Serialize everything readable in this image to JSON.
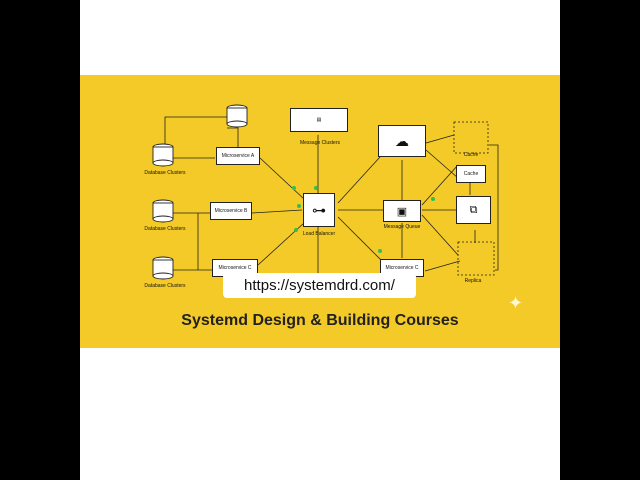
{
  "diagram": {
    "nodes": {
      "db1": "Database Clusters",
      "db2": "Database Clusters",
      "db3": "Database Clusters",
      "ms_a": "Microservice A",
      "ms_b": "Microservice B",
      "ms_c_left": "Microservice C",
      "ms_c_right": "Microservice C",
      "mq_clusters": "Message Clusters",
      "load_balancer": "Load Balancer",
      "message_queue": "Message Queue",
      "cache_top": "Cache",
      "cache": "Cache",
      "replica": "Replica"
    }
  },
  "overlay": {
    "url": "https://systemdrd.com/"
  },
  "banner": {
    "title": "Systemd Design & Building Courses"
  },
  "colors": {
    "banner_bg": "#f3ca27",
    "accent_green": "#2fbf4f"
  }
}
